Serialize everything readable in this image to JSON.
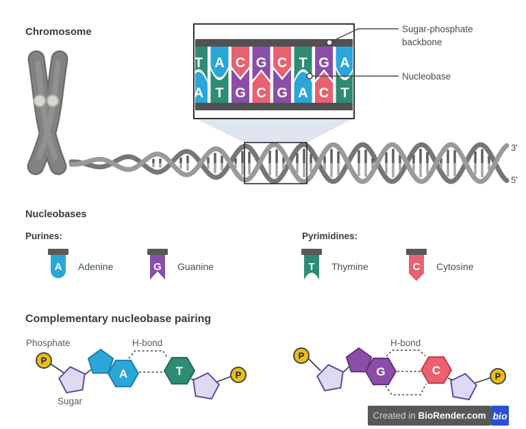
{
  "colors": {
    "A": "#2aa6d9",
    "G": "#8b4ea8",
    "T": "#2e8c74",
    "C": "#e9616f",
    "A_stroke": "#1b7fae",
    "G_stroke": "#63307e",
    "T_stroke": "#206a57",
    "C_stroke": "#c93a4b",
    "backbone_bar": "#515153",
    "icon_cap": "#595959",
    "sugar_fill": "#dedaf4",
    "sugar_stroke": "#5b4a9e",
    "phosphate_fill": "#eabd17",
    "phosphate_stroke": "#454545",
    "beam": "#dfe4f1",
    "strand_front": "#9a9a9a",
    "strand_back": "#767676",
    "rung_dark": "#5e5e5e",
    "rung_light": "#a6a6a6",
    "chromosome_fill": "#828282",
    "chromosome_outline": "#6d6d6d",
    "centromere_fill": "#d9d6d2",
    "watermark_bar": "#58585a",
    "watermark_logo_bg": "#2b50d3"
  },
  "labels": {
    "chromosome": "Chromosome",
    "callout_backbone_line1": "Sugar-phosphate",
    "callout_backbone_line2": "backbone",
    "callout_nucleobase": "Nucleobase",
    "strand_end_top": "3'",
    "strand_end_bottom": "5'"
  },
  "sequence": {
    "top": [
      "T",
      "A",
      "C",
      "G",
      "C",
      "T",
      "G",
      "A"
    ],
    "bottom": [
      "A",
      "T",
      "G",
      "C",
      "G",
      "A",
      "C",
      "T"
    ]
  },
  "nucleobases": {
    "heading": "Nucleobases",
    "purines_label": "Purines:",
    "pyrimidines_label": "Pyrimidines:",
    "items": [
      {
        "letter": "A",
        "name": "Adenine",
        "group": "purine"
      },
      {
        "letter": "G",
        "name": "Guanine",
        "group": "purine"
      },
      {
        "letter": "T",
        "name": "Thymine",
        "group": "pyrimidine"
      },
      {
        "letter": "C",
        "name": "Cytosine",
        "group": "pyrimidine"
      }
    ]
  },
  "pairing": {
    "heading": "Complementary nucleobase pairing",
    "phosphate_label": "Phosphate",
    "sugar_label": "Sugar",
    "hbond_label": "H-bond",
    "phosphate_symbol": "P",
    "pairs": [
      {
        "left": "A",
        "right": "T"
      },
      {
        "left": "G",
        "right": "C"
      }
    ]
  },
  "watermark": {
    "prefix": "Created in ",
    "brand": "BioRender.com",
    "logo": "bio"
  }
}
